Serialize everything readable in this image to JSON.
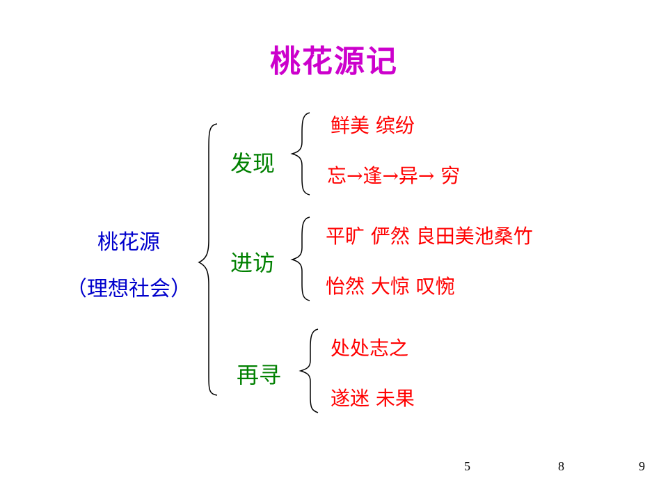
{
  "title": "桃花源记",
  "root": {
    "name": "桃花源",
    "note": "（理想社会）"
  },
  "branches": [
    {
      "label": "发现",
      "items": [
        "鲜美  缤纷",
        "忘→逢→异→ 穷"
      ]
    },
    {
      "label": "进访",
      "items": [
        "平旷  俨然  良田美池桑竹",
        "怡然  大惊  叹惋"
      ]
    },
    {
      "label": "再寻",
      "items": [
        "处处志之",
        "遂迷  未果"
      ]
    }
  ],
  "page_numbers": [
    "5",
    "8",
    "9"
  ]
}
